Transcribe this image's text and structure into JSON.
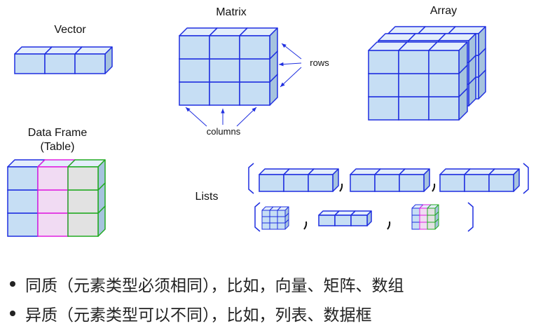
{
  "labels": {
    "vector": "Vector",
    "matrix": "Matrix",
    "array": "Array",
    "rows": "rows",
    "columns": "columns",
    "data_frame_line1": "Data Frame",
    "data_frame_line2": "(Table)",
    "lists": "Lists"
  },
  "colors": {
    "cell_fill": "#c6def4",
    "cell_side": "#a6c3de",
    "cell_top": "#e3eefb",
    "blue_edge": "#1f2fe0",
    "magenta_edge": "#e020e0",
    "magenta_fill": "#f1dbf3",
    "green_edge": "#22aa22",
    "gray_fill": "#e2e2e2",
    "arrow": "#1f2fe0"
  },
  "bullets": [
    "同质（元素类型必须相同），比如，向量、矩阵、数组",
    "异质（元素类型可以不同），比如，列表、数据框"
  ]
}
